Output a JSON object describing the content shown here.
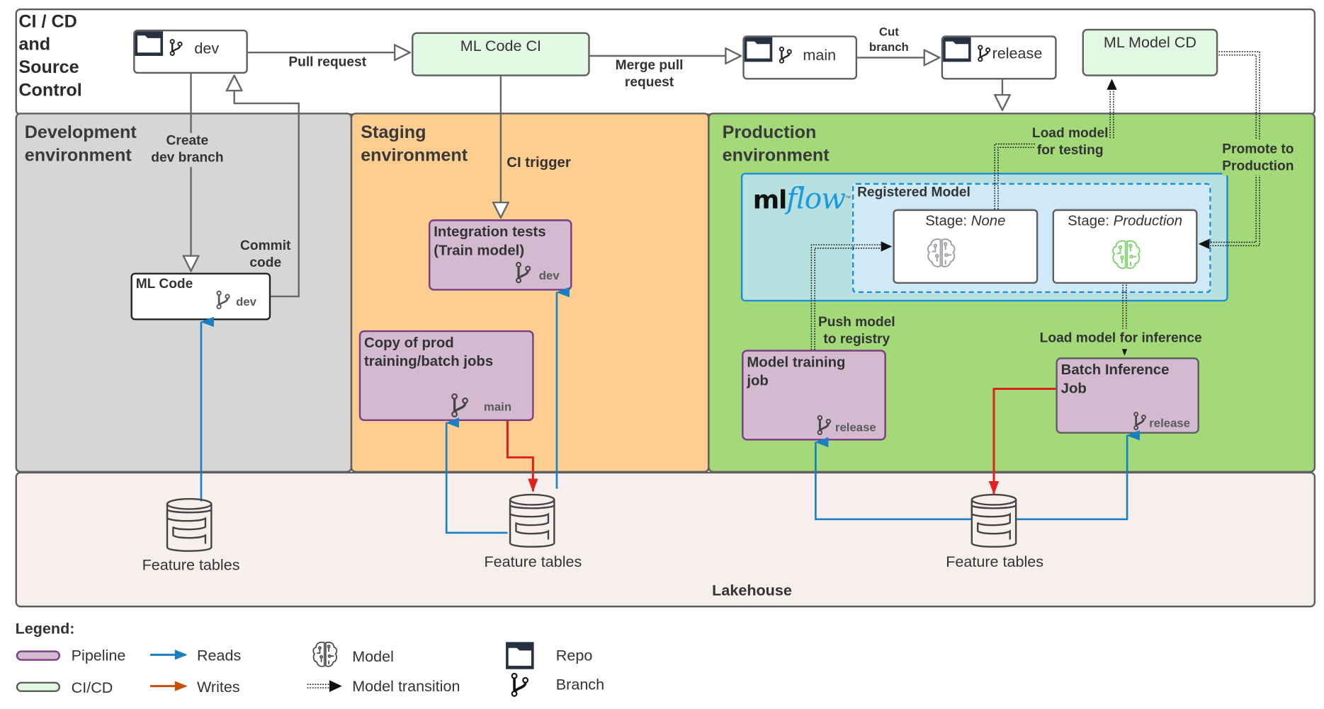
{
  "colors": {
    "cicd_fill": "#e1f8e3",
    "pipeline_fill": "#d3bad1",
    "pipeline_border": "#7a3d82",
    "dev_env_bg": "#d6d6d6",
    "staging_env_bg": "#fecd90",
    "prod_env_bg": "#a3d979",
    "lakehouse_bg": "#f6efee",
    "mlflow_bg": "#b8e0e0",
    "registry_bg": "#d0e9f7",
    "reads_arrow": "#1a7fc1",
    "writes_arrow": "#e0201d",
    "writes_legend_arrow": "#c8500a",
    "repo_icon": "#263142"
  },
  "cicd": {
    "title_lines": [
      "CI / CD",
      "and",
      "Source",
      "Control"
    ],
    "repos": [
      {
        "id": "dev",
        "label": "dev"
      },
      {
        "id": "main",
        "label": "main"
      },
      {
        "id": "release",
        "label": "release"
      }
    ],
    "ml_code_ci": "ML Code CI",
    "ml_model_cd": "ML Model CD",
    "edges": {
      "pull_request": "Pull request",
      "merge_pull_request_1": "Merge pull",
      "merge_pull_request_2": "request",
      "cut_branch_1": "Cut",
      "cut_branch_2": "branch"
    }
  },
  "development": {
    "title_1": "Development",
    "title_2": "environment",
    "create_branch_1": "Create",
    "create_branch_2": "dev branch",
    "commit_code_1": "Commit",
    "commit_code_2": "code",
    "ml_code": {
      "title": "ML Code",
      "branch": "dev"
    }
  },
  "staging": {
    "title_1": "Staging",
    "title_2": "environment",
    "ci_trigger": "CI trigger",
    "integration_tests": {
      "title_1": "Integration tests",
      "title_2": "(Train model)",
      "branch": "dev"
    },
    "copy_jobs": {
      "title_1": "Copy of prod",
      "title_2": "training/batch jobs",
      "branch": "main"
    }
  },
  "production": {
    "title_1": "Production",
    "title_2": "environment",
    "load_model_testing_1": "Load model",
    "load_model_testing_2": "for testing",
    "promote_1": "Promote to",
    "promote_2": "Production",
    "mlflow_logo_ml": "ml",
    "mlflow_logo_flow": "flow",
    "registered_model": "Registered Model",
    "stage_none_prefix": "Stage: ",
    "stage_none_value": "None",
    "stage_prod_prefix": "Stage: ",
    "stage_prod_value": "Production",
    "push_model_1": "Push model",
    "push_model_2": "to registry",
    "load_model_inference": "Load model for inference",
    "model_training_job": {
      "title_1": "Model training",
      "title_2": "job",
      "branch": "release"
    },
    "batch_inference_job": {
      "title_1": "Batch Inference",
      "title_2": "Job",
      "branch": "release"
    }
  },
  "lakehouse": {
    "title": "Lakehouse",
    "feature_tables": [
      "Feature tables",
      "Feature tables",
      "Feature tables"
    ]
  },
  "legend": {
    "title": "Legend:",
    "items": {
      "pipeline": "Pipeline",
      "cicd": "CI/CD",
      "reads": "Reads",
      "writes": "Writes",
      "model": "Model",
      "model_transition": "Model transition",
      "repo": "Repo",
      "branch": "Branch"
    }
  }
}
